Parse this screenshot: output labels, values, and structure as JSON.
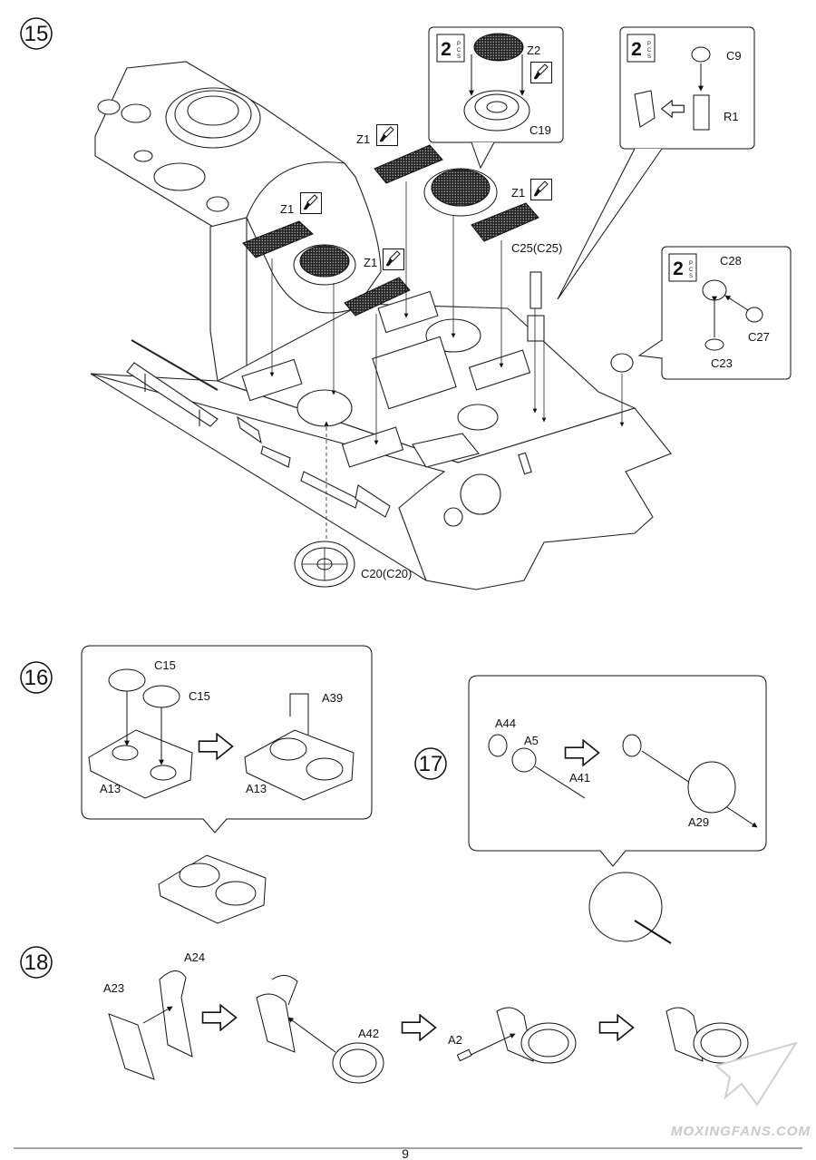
{
  "page_number": "9",
  "watermark": "MOXINGFANS.COM",
  "steps": [
    {
      "number": "15",
      "labels": {
        "z1_a": "Z1",
        "z1_b": "Z1",
        "z1_c": "Z1",
        "z1_d": "Z1",
        "z2": "Z2",
        "c19": "C19",
        "c9": "C9",
        "r1": "R1",
        "c25": "C25(C25)",
        "c28": "C28",
        "c27": "C27",
        "c23": "C23",
        "c20": "C20(C20)"
      },
      "pcs_badges": [
        {
          "qty": "2",
          "unit": "PCS"
        },
        {
          "qty": "2",
          "unit": "PCS"
        },
        {
          "qty": "2",
          "unit": "PCS"
        }
      ]
    },
    {
      "number": "16",
      "labels": {
        "c15_a": "C15",
        "c15_b": "C15",
        "a39": "A39",
        "a13_a": "A13",
        "a13_b": "A13"
      }
    },
    {
      "number": "17",
      "labels": {
        "a44": "A44",
        "a5": "A5",
        "a41": "A41",
        "a29": "A29"
      }
    },
    {
      "number": "18",
      "labels": {
        "a24": "A24",
        "a23": "A23",
        "a42": "A42",
        "a2": "A2"
      }
    }
  ],
  "icons": [
    "step-number-icon",
    "pcs-badge-icon",
    "brush-glue-icon",
    "assembly-arrow-icon",
    "callout-bubble-icon",
    "mesh-screen-icon",
    "drill-icon"
  ]
}
